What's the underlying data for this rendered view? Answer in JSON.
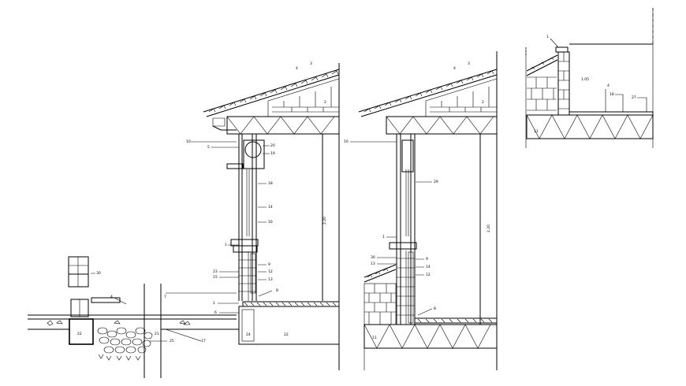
{
  "labels": {
    "s1_roof_4": "4",
    "s1_roof_3": "3",
    "s1_roof_2": "2",
    "s1_l10": "10",
    "s1_l5": "5",
    "s1_l20": "20",
    "s1_l19": "19",
    "s1_l18": "18",
    "s1_l14": "14",
    "s1_l16": "16",
    "s1_l1": "1",
    "s1_l9": "9",
    "s1_l23": "23",
    "s1_l12": "12",
    "s1_l15": "15",
    "s1_l13": "13",
    "s1_l8": "8",
    "s1_l1b": "1",
    "s1_l6": "6",
    "s1_l24": "24",
    "s1_l22": "22",
    "s1_dim_220": "2.20",
    "ext_l30": "30",
    "ext_l4": "4",
    "ext_l7": "7",
    "ext_l22": "22",
    "ext_l25": "25",
    "ext_l17": "17",
    "ext_l21": "21",
    "s2_roof_4": "4",
    "s2_roof_3": "3",
    "s2_roof_2": "2",
    "s2_l10": "10",
    "s2_l29": "29",
    "s2_l1": "1",
    "s2_l30": "30",
    "s2_l9": "9",
    "s2_l13": "13",
    "s2_l14": "14",
    "s2_l12": "12",
    "s2_l8": "8",
    "s2_l11": "11",
    "s2_dim_220": "2.20",
    "s3_l1": "1",
    "s3_l105": "1.05",
    "s3_l4": "4",
    "s3_l18": "18",
    "s3_l27": "27",
    "s3_l11": "11"
  }
}
